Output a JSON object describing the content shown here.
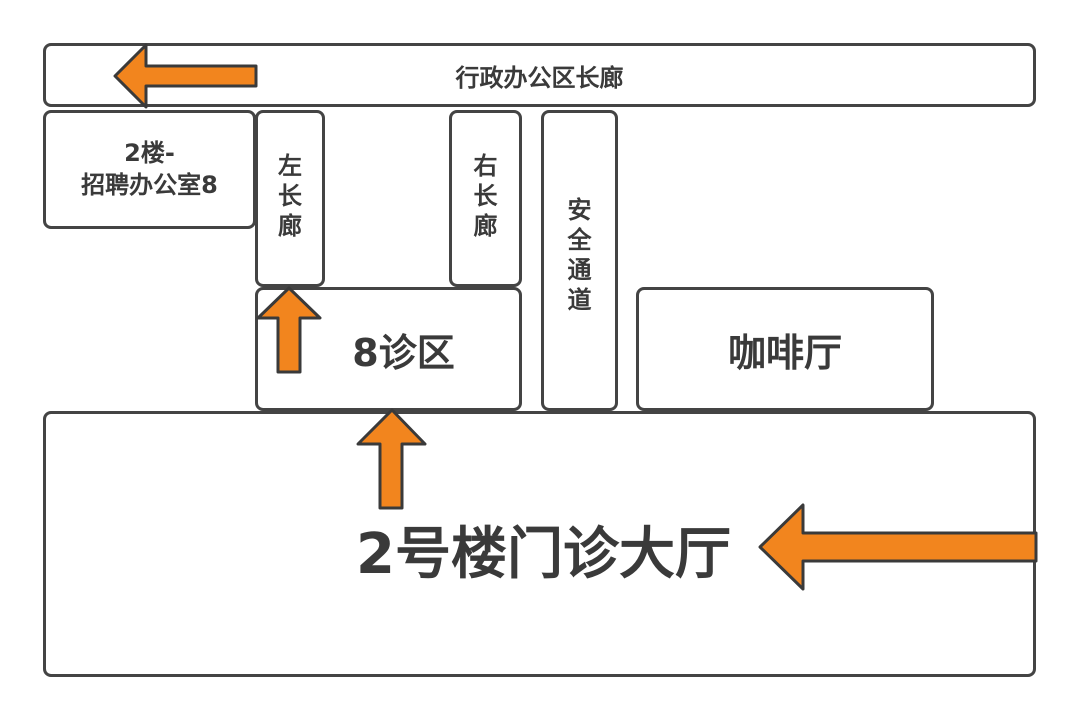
{
  "theme": {
    "border": "#444444",
    "text": "#3a3a3a",
    "arrow_fill": "#f2851e",
    "arrow_stroke": "#3a3a3a"
  },
  "areas": {
    "admin_corridor": "行政办公区长廊",
    "recruit_office_line1": "2楼-",
    "recruit_office_line2": "招聘办公室8",
    "left_corridor": [
      "左",
      "长",
      "廊"
    ],
    "right_corridor": [
      "右",
      "长",
      "廊"
    ],
    "safety_passage": [
      "安",
      "全",
      "通",
      "道"
    ],
    "clinic_zone": "8诊区",
    "cafe": "咖啡厅",
    "lobby": "2号楼门诊大厅"
  },
  "arrows": [
    "arrow-left-icon",
    "arrow-up-icon",
    "arrow-up-icon",
    "arrow-left-icon"
  ]
}
